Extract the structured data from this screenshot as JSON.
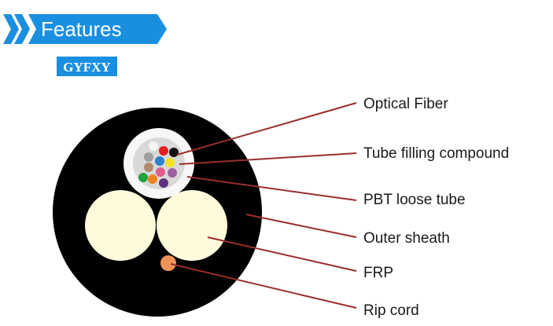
{
  "header": {
    "title": "Features",
    "model": "GYFXY"
  },
  "callouts": {
    "optical_fiber": "Optical Fiber",
    "tube_filling_compound": "Tube filling compound",
    "pbt_loose_tube": "PBT loose tube",
    "outer_sheath": "Outer sheath",
    "frp": "FRP",
    "rip_cord": "Rip cord"
  },
  "colors": {
    "banner_blue": "#1a8fe0",
    "banner_dark": "#0b6fb8",
    "model_badge": "#1a8fe0",
    "sheath": "#000000",
    "loose_tube": "#f7f7f7",
    "filling_compound": "#d9d9d9",
    "frp": "#fefadc",
    "rip_cord": "#f0935a",
    "leader_line": "#9b2d2d",
    "fibers": [
      "#e32020",
      "#111111",
      "#f5f5f5",
      "#a0a0a0",
      "#2a7fd0",
      "#f5e020",
      "#b08a6a",
      "#e05a8a",
      "#a060a0",
      "#20a040",
      "#f08020",
      "#603080"
    ]
  }
}
